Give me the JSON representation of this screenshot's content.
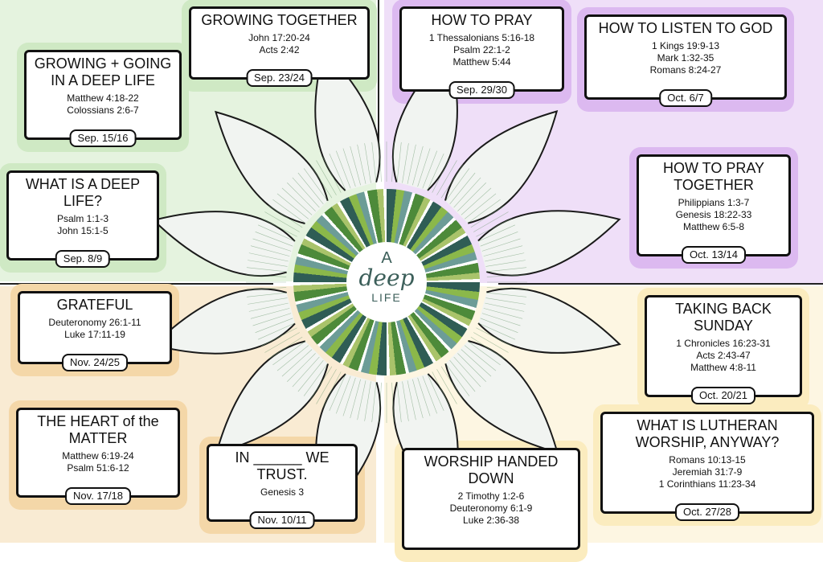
{
  "logo": {
    "line1": "A",
    "line2": "deep",
    "line3": "LIFE"
  },
  "colors": {
    "green": "#cfe9c4",
    "purple": "#dcb9f0",
    "orange": "#f4d7a8",
    "yellow": "#fbecbf"
  },
  "cards": [
    {
      "title": "GROWING TOGETHER",
      "refs": [
        "John 17:20-24",
        "Acts 2:42"
      ],
      "date": "Sep. 23/24",
      "group": "green"
    },
    {
      "title": "GROWING + GOING IN A DEEP LIFE",
      "refs": [
        "Matthew 4:18-22",
        "Colossians 2:6-7"
      ],
      "date": "Sep. 15/16",
      "group": "green"
    },
    {
      "title": "WHAT IS A DEEP LIFE?",
      "refs": [
        "Psalm 1:1-3",
        "John 15:1-5"
      ],
      "date": "Sep. 8/9",
      "group": "green"
    },
    {
      "title": "HOW TO PRAY",
      "refs": [
        "1 Thessalonians 5:16-18",
        "Psalm 22:1-2",
        "Matthew 5:44"
      ],
      "date": "Sep. 29/30",
      "group": "purple"
    },
    {
      "title": "HOW TO LISTEN TO GOD",
      "refs": [
        "1 Kings 19:9-13",
        "Mark 1:32-35",
        "Romans 8:24-27"
      ],
      "date": "Oct. 6/7",
      "group": "purple"
    },
    {
      "title": "HOW TO PRAY TOGETHER",
      "refs": [
        "Philippians 1:3-7",
        "Genesis 18:22-33",
        "Matthew 6:5-8"
      ],
      "date": "Oct. 13/14",
      "group": "purple"
    },
    {
      "title": "GRATEFUL",
      "refs": [
        "Deuteronomy 26:1-11",
        "Luke 17:11-19"
      ],
      "date": "Nov. 24/25",
      "group": "orange"
    },
    {
      "title": "THE HEART of the MATTER",
      "refs": [
        "Matthew 6:19-24",
        "Psalm 51:6-12"
      ],
      "date": "Nov. 17/18",
      "group": "orange"
    },
    {
      "title": "IN ______ WE TRUST.",
      "refs": [
        "Genesis 3"
      ],
      "date": "Nov. 10/11",
      "group": "orange"
    },
    {
      "title": "WORSHIP HANDED DOWN",
      "refs": [
        "2 Timothy 1:2-6",
        "Deuteronomy 6:1-9",
        "Luke 2:36-38"
      ],
      "date": "",
      "group": "yellow"
    },
    {
      "title": "TAKING BACK SUNDAY",
      "refs": [
        "1 Chronicles 16:23-31",
        "Acts 2:43-47",
        "Matthew 4:8-11"
      ],
      "date": "Oct. 20/21",
      "group": "yellow"
    },
    {
      "title": "WHAT IS LUTHERAN WORSHIP, ANYWAY?",
      "refs": [
        "Romans 10:13-15",
        "Jeremiah 31:7-9",
        "1 Corinthians 11:23-34"
      ],
      "date": "Oct. 27/28",
      "group": "yellow"
    }
  ]
}
